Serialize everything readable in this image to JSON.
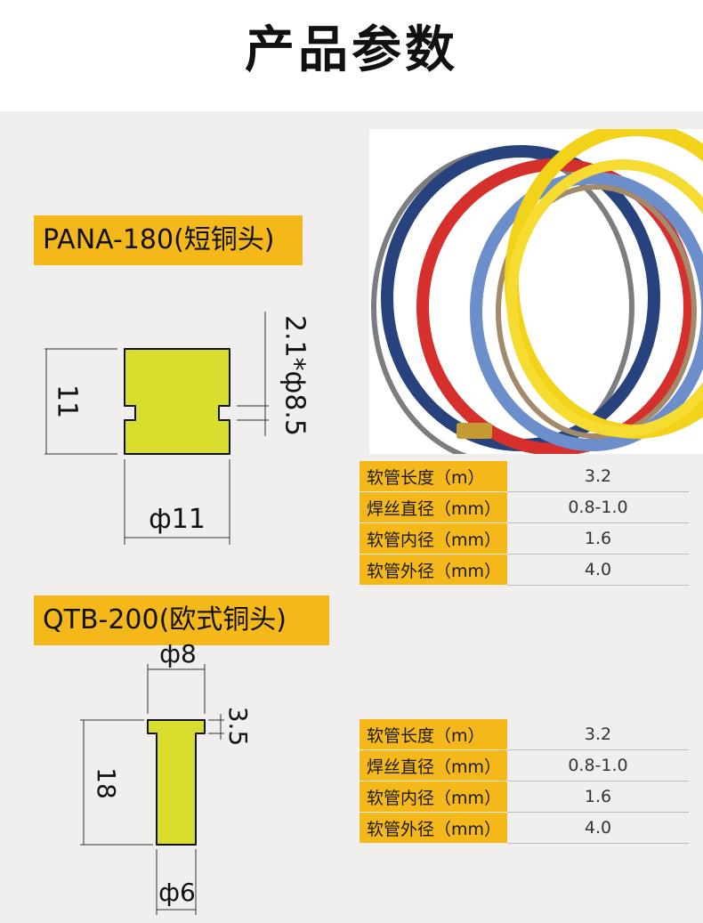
{
  "page": {
    "title": "产品参数"
  },
  "colors": {
    "accent": "#f5b81a",
    "part_fill": "#d9de2e",
    "background": "#f1eeee"
  },
  "sections": [
    {
      "label": "PANA-180(短铜头)",
      "dimensions": {
        "height": "11",
        "groove": "2.1*ф8.5",
        "diameter": "ф11"
      },
      "specs": [
        {
          "key": "软管长度（m）",
          "value": "3.2"
        },
        {
          "key": "焊丝直径（mm）",
          "value": "0.8-1.0"
        },
        {
          "key": "软管内径（mm）",
          "value": "1.6"
        },
        {
          "key": "软管外径（mm）",
          "value": "4.0"
        }
      ]
    },
    {
      "label": "QTB-200(欧式铜头)",
      "dimensions": {
        "top_diameter": "ф8",
        "flange": "3.5",
        "height": "18",
        "diameter": "ф6"
      },
      "specs": [
        {
          "key": "软管长度（m）",
          "value": "3.2"
        },
        {
          "key": "焊丝直径（mm）",
          "value": "0.8-1.0"
        },
        {
          "key": "软管内径（mm）",
          "value": "1.6"
        },
        {
          "key": "软管外径（mm）",
          "value": "4.0"
        }
      ]
    }
  ]
}
